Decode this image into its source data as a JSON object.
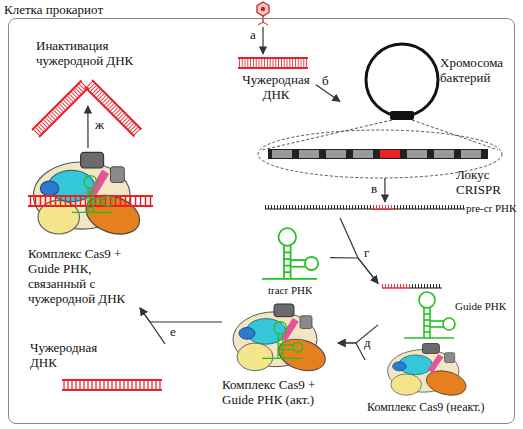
{
  "diagram": {
    "nodes": [
      {
        "text": [
          "Клетка прокариот"
        ]
      },
      {
        "text": [
          "Чужеродная ДНК"
        ],
        "in": 0
      },
      {
        "text": [
          "Хромосома бактерий"
        ],
        "in": 0
      },
      {
        "text": [
          "Локус CRISPR"
        ],
        "in": 0
      },
      {
        "text": [
          "pre-cr РНК"
        ],
        "in": 0
      },
      {
        "text": [
          "tracr РНК"
        ],
        "in": 0
      },
      {
        "text": [
          "Guide РНК"
        ],
        "in": 0
      },
      {
        "text": [
          "Комплекс Cas9 (неакт.)"
        ],
        "in": 0
      },
      {
        "text": [
          "Комплекс Cas9 + Guide РНК (акт.)"
        ],
        "in": 0
      },
      {
        "text": [
          "Чужеродная ДНК"
        ],
        "in": 0
      },
      {
        "text": [
          "Комплекс Cas9 + Guide РНК, связанный с чужеродной ДНК"
        ],
        "in": 0
      },
      {
        "text": [
          "Инактивация чужеродной ДНК"
        ],
        "in": 0
      }
    ],
    "edges": [
      {
        "from": 1,
        "to": 2,
        "arrow": "to",
        "label": "б"
      },
      {
        "from": 3,
        "to": 4,
        "arrow": "to",
        "label": "в"
      },
      {
        "from": 4,
        "to": 6,
        "arrow": "to",
        "label": "г"
      },
      {
        "from": 5,
        "to": 6,
        "arrow": "to"
      },
      {
        "from": 6,
        "to": 8,
        "arrow": "to",
        "label": "д"
      },
      {
        "from": 7,
        "to": 8,
        "arrow": "to"
      },
      {
        "from": 8,
        "to": 10,
        "arrow": "to",
        "label": "е"
      },
      {
        "from": 9,
        "to": 10,
        "arrow": "to"
      },
      {
        "from": 10,
        "to": 11,
        "arrow": "to",
        "label": "ж"
      }
    ],
    "labels": [
      "а"
    ]
  }
}
